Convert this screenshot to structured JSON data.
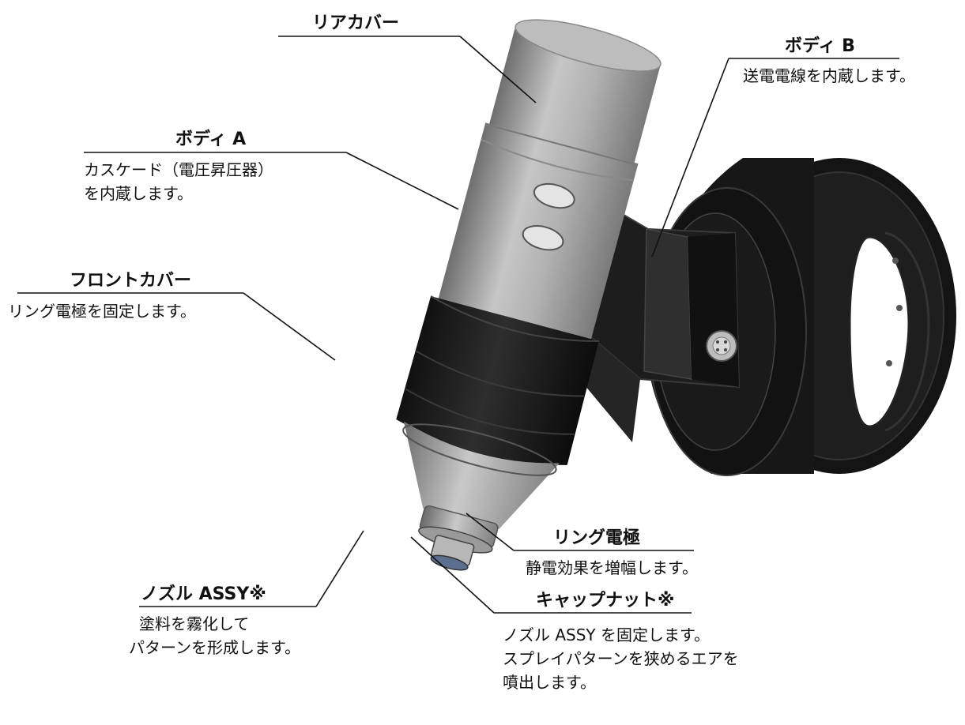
{
  "labels": {
    "rear_cover": {
      "title": "リアカバー"
    },
    "body_a": {
      "title": "ボディ A",
      "desc1": "カスケード（電圧昇圧器）",
      "desc2": "を内蔵します。"
    },
    "body_b": {
      "title": "ボディ B",
      "desc1": "送電電線を内蔵します。"
    },
    "front_cover": {
      "title": "フロントカバー",
      "desc1": "リング電極を固定します。"
    },
    "ring_electrode": {
      "title": "リング電極",
      "desc1": "静電効果を増幅します。"
    },
    "nozzle_assy": {
      "title": "ノズル ASSY※",
      "desc1": "塗料を霧化して",
      "desc2": "パターンを形成します。"
    },
    "cap_nut": {
      "title": "キャップナット※",
      "desc1": "ノズル ASSY を固定します。",
      "desc2": "スプレイパターンを狭めるエアを",
      "desc3": "噴出します。"
    }
  },
  "colors": {
    "line": "#111111",
    "metal": "#a9a9a9",
    "black_part": "#1c1c1c"
  }
}
